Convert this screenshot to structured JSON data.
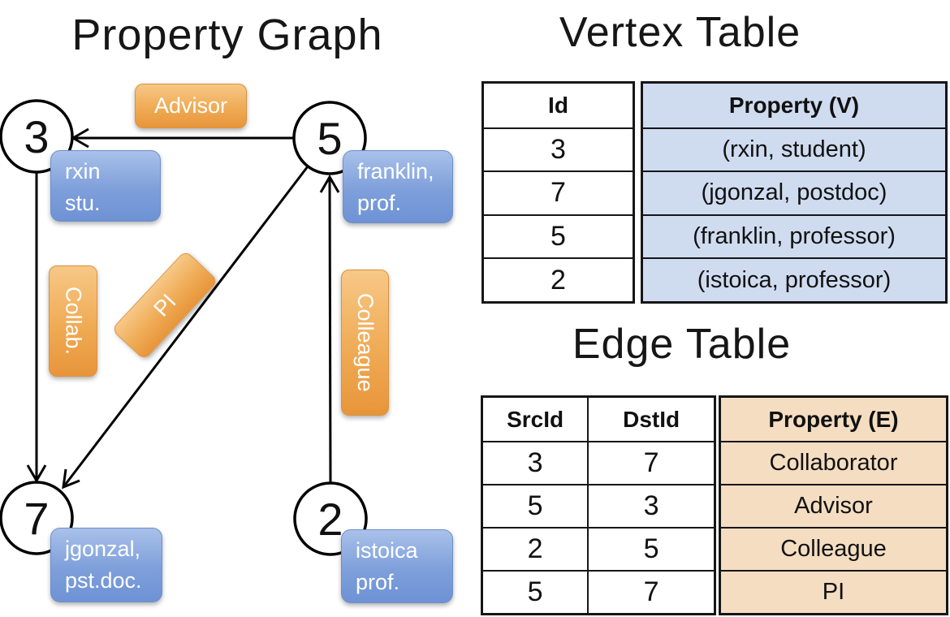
{
  "graph": {
    "title": "Property Graph",
    "nodes": [
      {
        "id": "3",
        "prop": [
          "rxin",
          "stu."
        ]
      },
      {
        "id": "5",
        "prop": [
          "franklin,",
          "prof."
        ]
      },
      {
        "id": "7",
        "prop": [
          "jgonzal,",
          "pst.doc."
        ]
      },
      {
        "id": "2",
        "prop": [
          "istoica",
          "prof."
        ]
      }
    ],
    "edge_labels": {
      "advisor": "Advisor",
      "collab": "Collab.",
      "pi": "PI",
      "colleague": "Colleague"
    }
  },
  "vertex_table": {
    "title": "Vertex Table",
    "columns": [
      "Id",
      "Property (V)"
    ],
    "rows": [
      [
        "3",
        "(rxin, student)"
      ],
      [
        "7",
        "(jgonzal, postdoc)"
      ],
      [
        "5",
        "(franklin, professor)"
      ],
      [
        "2",
        "(istoica, professor)"
      ]
    ]
  },
  "edge_table": {
    "title": "Edge Table",
    "columns": [
      "SrcId",
      "DstId",
      "Property (E)"
    ],
    "rows": [
      [
        "3",
        "7",
        "Collaborator"
      ],
      [
        "5",
        "3",
        "Advisor"
      ],
      [
        "2",
        "5",
        "Colleague"
      ],
      [
        "5",
        "7",
        "PI"
      ]
    ]
  },
  "colors": {
    "edge_label_orange": "#eda14a",
    "vertex_box_blue": "#7b9cd9",
    "vertex_table_cell_blue": "#cfdcf0",
    "edge_table_cell_tan": "#f4ddc1",
    "line_black": "#000000"
  }
}
